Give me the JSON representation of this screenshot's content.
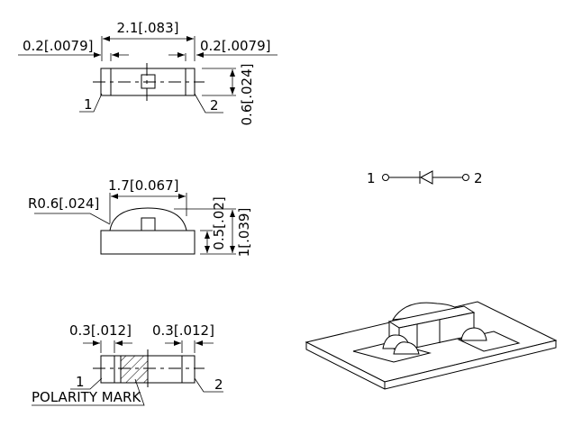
{
  "top_view": {
    "width_dim": "2.1[.083]",
    "left_dim": "0.2[.0079]",
    "right_dim": "0.2[.0079]",
    "height_dim": "0.6[.024]",
    "pin1": "1",
    "pin2": "2"
  },
  "side_view": {
    "dome_width_dim": "1.7[0.067]",
    "radius_dim": "R0.6[.024]",
    "dome_height_dim": "0.5[.02]",
    "total_height_dim": "1[.039]"
  },
  "bottom_view": {
    "left_dim": "0.3[.012]",
    "right_dim": "0.3[.012]",
    "pin1": "1",
    "pin2": "2",
    "polarity_label": "POLARITY MARK"
  },
  "schematic": {
    "pin1": "1",
    "pin2": "2",
    "symbol": "diode-icon"
  }
}
